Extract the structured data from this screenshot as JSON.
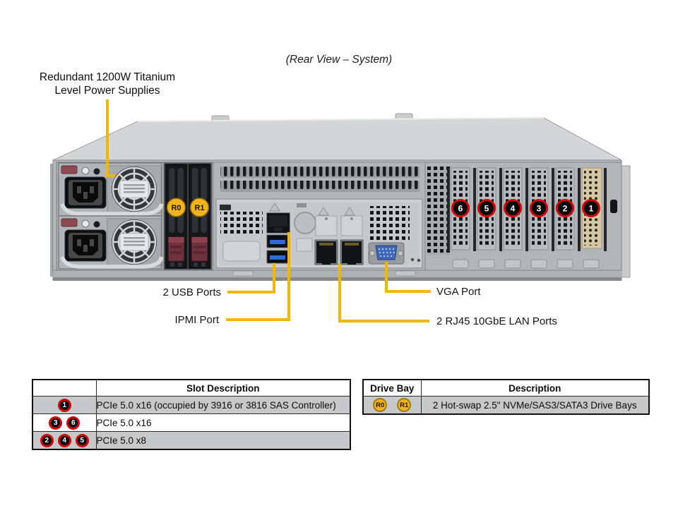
{
  "title": "(Rear View – System)",
  "psu_label": {
    "line1": "Redundant 1200W Titanium",
    "line2": "Level Power Supplies"
  },
  "callouts": {
    "usb": "2 USB Ports",
    "ipmi": "IPMI Port",
    "vga": "VGA Port",
    "lan": "2 RJ45 10GbE LAN Ports"
  },
  "chassis": {
    "slot_badges": [
      "6",
      "5",
      "4",
      "3",
      "2",
      "1"
    ],
    "drive_badges": [
      "R0",
      "R1"
    ]
  },
  "colors": {
    "callout_yellow": "#f2b705",
    "badge_ring_red": "#d40808",
    "drive_badge_yellow": "#f1b41f",
    "table_row_gray": "#c7c8c9"
  },
  "tables": {
    "slot": {
      "header": "Slot Description",
      "rows": [
        {
          "slots": [
            "1"
          ],
          "description": "PCIe 5.0 x16 (occupied by 3916 or 3816 SAS Controller)"
        },
        {
          "slots": [
            "3",
            "6"
          ],
          "description": "PCIe 5.0 x16"
        },
        {
          "slots": [
            "2",
            "4",
            "5"
          ],
          "description": "PCIe 5.0 x8"
        }
      ]
    },
    "drive": {
      "headers": [
        "Drive Bay",
        "Description"
      ],
      "rows": [
        {
          "bays": [
            "R0",
            "R1"
          ],
          "description": "2 Hot-swap 2.5\" NVMe/SAS3/SATA3 Drive Bays"
        }
      ]
    }
  }
}
